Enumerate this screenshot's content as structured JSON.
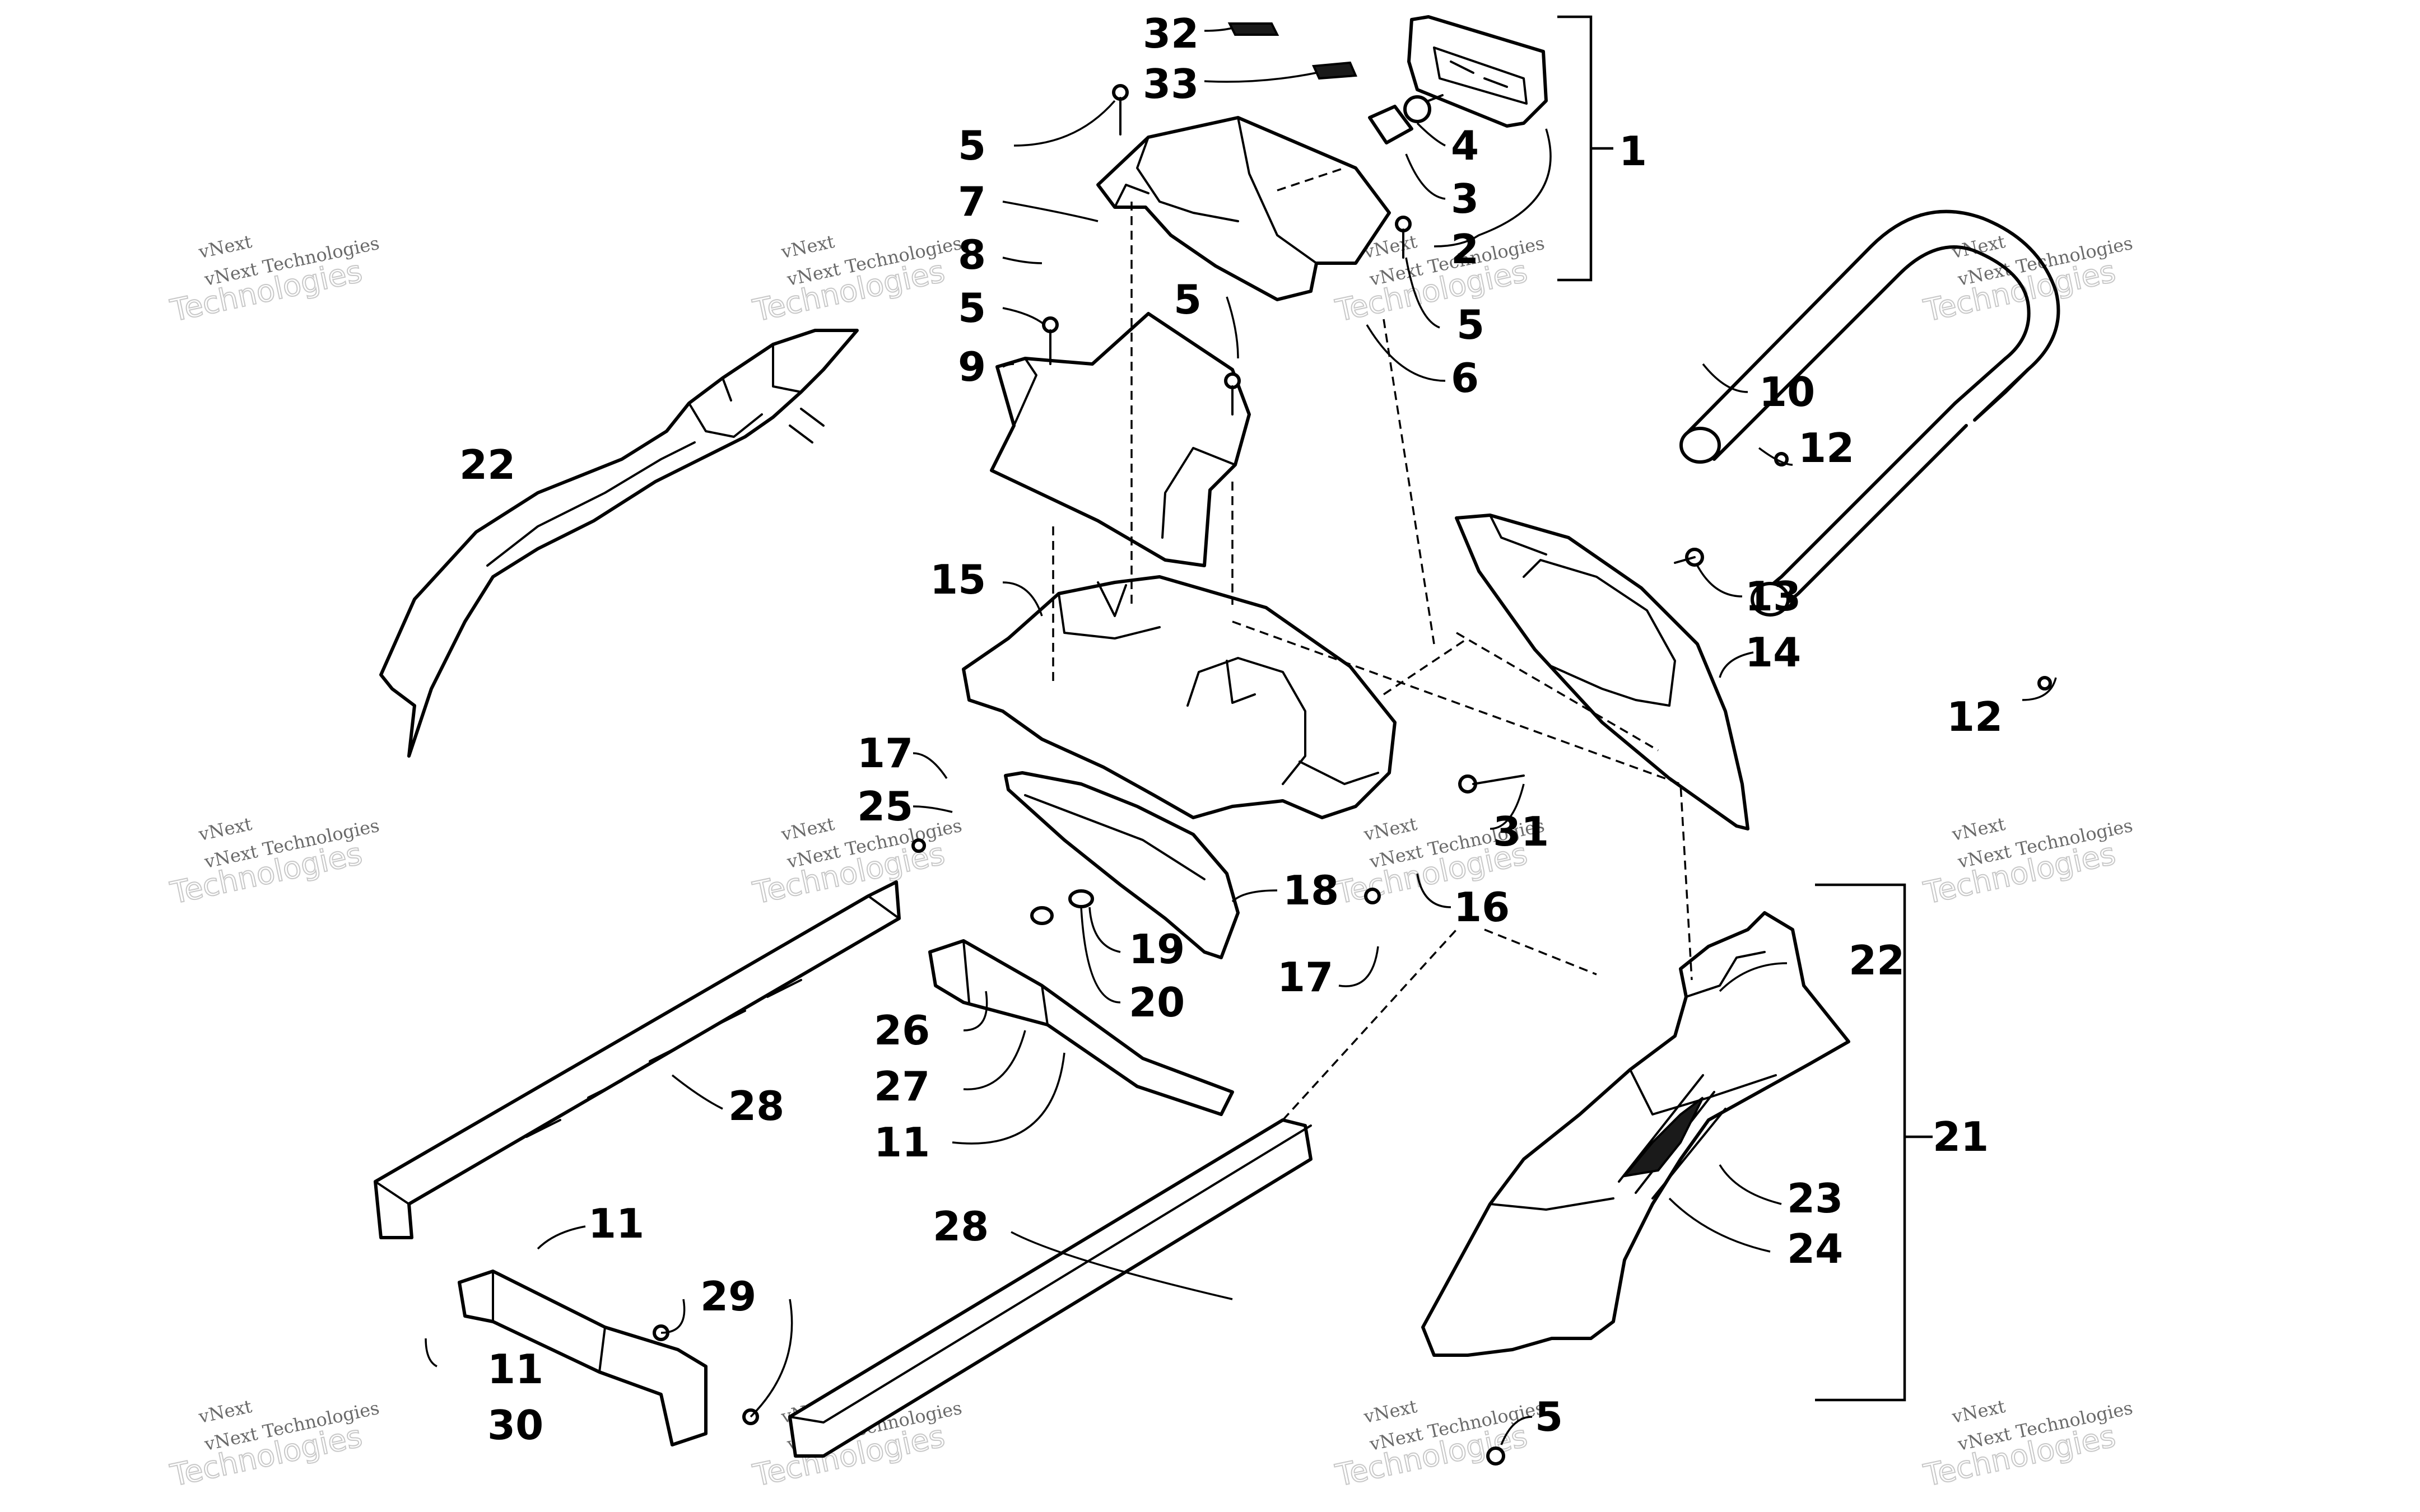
{
  "diagram": {
    "watermark_brand": "vNext",
    "watermark_small": "vNext Technologies",
    "watermark_big": "Technologies",
    "callouts": [
      {
        "id": "c1",
        "label": "1"
      },
      {
        "id": "c2",
        "label": "2"
      },
      {
        "id": "c3",
        "label": "3"
      },
      {
        "id": "c4",
        "label": "4"
      },
      {
        "id": "c5a",
        "label": "5"
      },
      {
        "id": "c5b",
        "label": "5"
      },
      {
        "id": "c5c",
        "label": "5"
      },
      {
        "id": "c5d",
        "label": "5"
      },
      {
        "id": "c5e",
        "label": "5"
      },
      {
        "id": "c6",
        "label": "6"
      },
      {
        "id": "c7",
        "label": "7"
      },
      {
        "id": "c8",
        "label": "8"
      },
      {
        "id": "c9",
        "label": "9"
      },
      {
        "id": "c10",
        "label": "10"
      },
      {
        "id": "c11a",
        "label": "11"
      },
      {
        "id": "c11b",
        "label": "11"
      },
      {
        "id": "c11c",
        "label": "11"
      },
      {
        "id": "c12a",
        "label": "12"
      },
      {
        "id": "c12b",
        "label": "12"
      },
      {
        "id": "c13",
        "label": "13"
      },
      {
        "id": "c14",
        "label": "14"
      },
      {
        "id": "c15",
        "label": "15"
      },
      {
        "id": "c16",
        "label": "16"
      },
      {
        "id": "c17a",
        "label": "17"
      },
      {
        "id": "c17b",
        "label": "17"
      },
      {
        "id": "c18",
        "label": "18"
      },
      {
        "id": "c19",
        "label": "19"
      },
      {
        "id": "c20",
        "label": "20"
      },
      {
        "id": "c21",
        "label": "21"
      },
      {
        "id": "c22a",
        "label": "22"
      },
      {
        "id": "c22b",
        "label": "22"
      },
      {
        "id": "c23",
        "label": "23"
      },
      {
        "id": "c24",
        "label": "24"
      },
      {
        "id": "c25",
        "label": "25"
      },
      {
        "id": "c26",
        "label": "26"
      },
      {
        "id": "c27",
        "label": "27"
      },
      {
        "id": "c28a",
        "label": "28"
      },
      {
        "id": "c28b",
        "label": "28"
      },
      {
        "id": "c29",
        "label": "29"
      },
      {
        "id": "c30",
        "label": "30"
      },
      {
        "id": "c31",
        "label": "31"
      },
      {
        "id": "c32",
        "label": "32"
      },
      {
        "id": "c33",
        "label": "33"
      }
    ]
  }
}
